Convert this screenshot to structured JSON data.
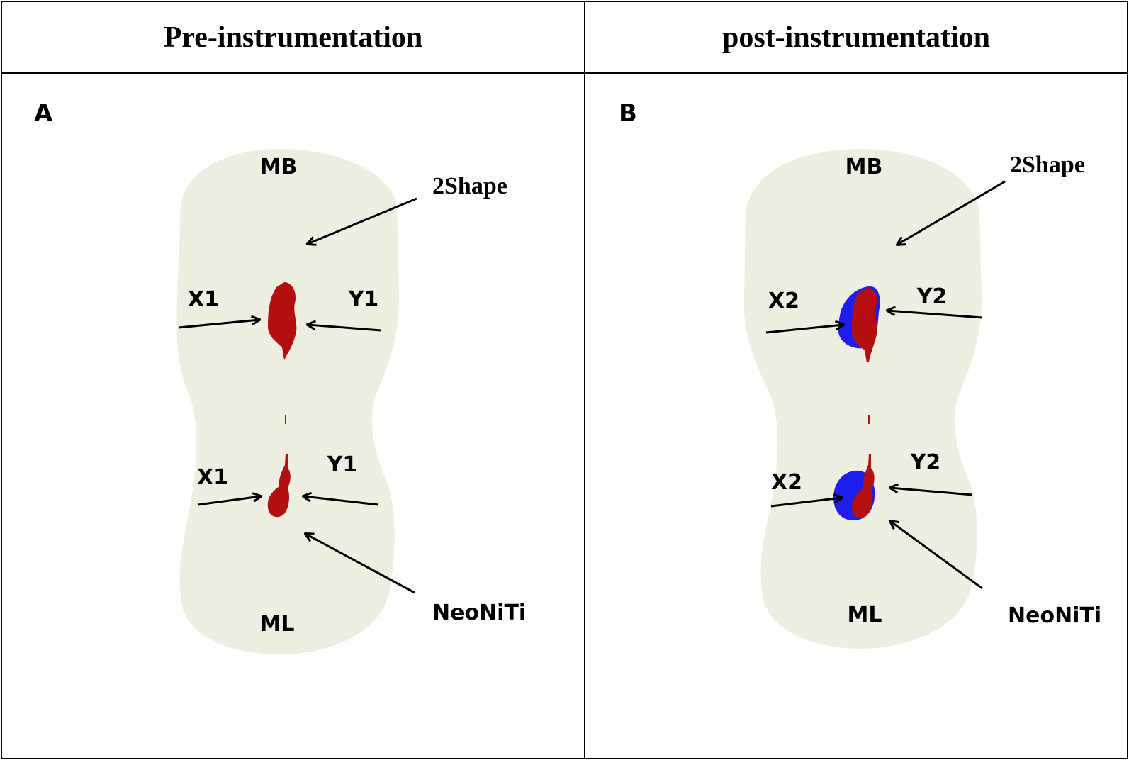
{
  "headers": {
    "left": "Pre-instrumentation",
    "right": "post-instrumentation"
  },
  "colors": {
    "tooth": "#efeee2",
    "canal": "#b30f0f",
    "removed_dentin": "#1d1dee",
    "border": "#000000"
  },
  "panel_a": {
    "letter": "A",
    "top_label": "MB",
    "bottom_label": "ML",
    "upper_canal_x": "X1",
    "upper_canal_y": "Y1",
    "lower_canal_x": "X1",
    "lower_canal_y": "Y1",
    "file_upper": "2Shape",
    "file_lower": "NeoNiTi"
  },
  "panel_b": {
    "letter": "B",
    "top_label": "MB",
    "bottom_label": "ML",
    "upper_canal_x": "X2",
    "upper_canal_y": "Y2",
    "lower_canal_x": "X2",
    "lower_canal_y": "Y2",
    "file_upper": "2Shape",
    "file_lower": "NeoNiTi"
  }
}
